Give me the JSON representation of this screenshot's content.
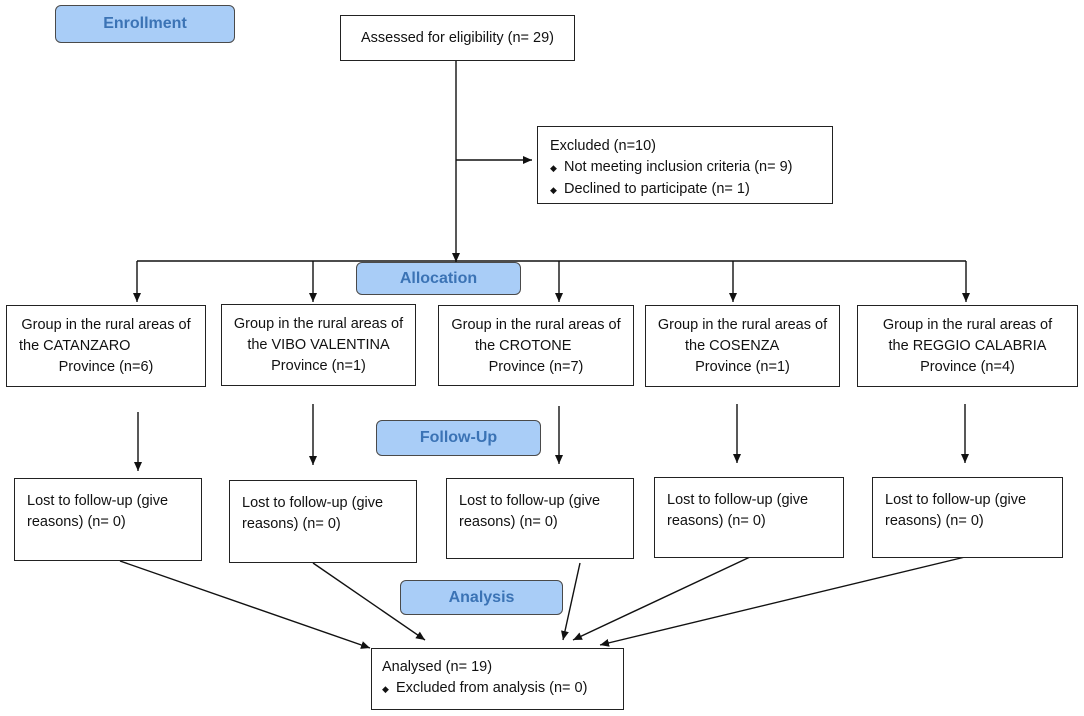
{
  "stages": {
    "enrollment": "Enrollment",
    "allocation": "Allocation",
    "follow_up": "Follow-Up",
    "analysis": "Analysis"
  },
  "assessed": "Assessed for eligibility (n= 29)",
  "excluded": {
    "title": "Excluded (n=10)",
    "items": [
      "Not meeting inclusion criteria (n= 9)",
      "Declined to participate (n= 1)"
    ]
  },
  "groups": [
    {
      "line1": "Group in the rural areas of",
      "line2": "the CATANZARO",
      "line3": "Province (n=6)"
    },
    {
      "line1": "Group in the rural areas of",
      "line2": "the VIBO VALENTINA",
      "line3": "Province (n=1)"
    },
    {
      "line1": "Group in the rural areas of",
      "line2": "the CROTONE",
      "line3": "Province (n=7)"
    },
    {
      "line1": "Group in the rural areas of",
      "line2": "the COSENZA",
      "line3": "Province (n=1)"
    },
    {
      "line1": "Group in the rural areas of",
      "line2": "the REGGIO CALABRIA",
      "line3": "Province (n=4)"
    }
  ],
  "lost": [
    {
      "line1": "Lost to follow-up (give",
      "line2": "reasons) (n= 0)"
    },
    {
      "line1": "Lost to follow-up (give",
      "line2": "reasons) (n= 0)"
    },
    {
      "line1": "Lost to follow-up (give",
      "line2": "reasons) (n= 0)"
    },
    {
      "line1": "Lost to follow-up (give",
      "line2": "reasons) (n= 0)"
    },
    {
      "line1": "Lost to follow-up (give",
      "line2": "reasons) (n= 0)"
    }
  ],
  "analysed": {
    "title": "Analysed (n= 19)",
    "item": "Excluded from analysis (n= 0)"
  }
}
